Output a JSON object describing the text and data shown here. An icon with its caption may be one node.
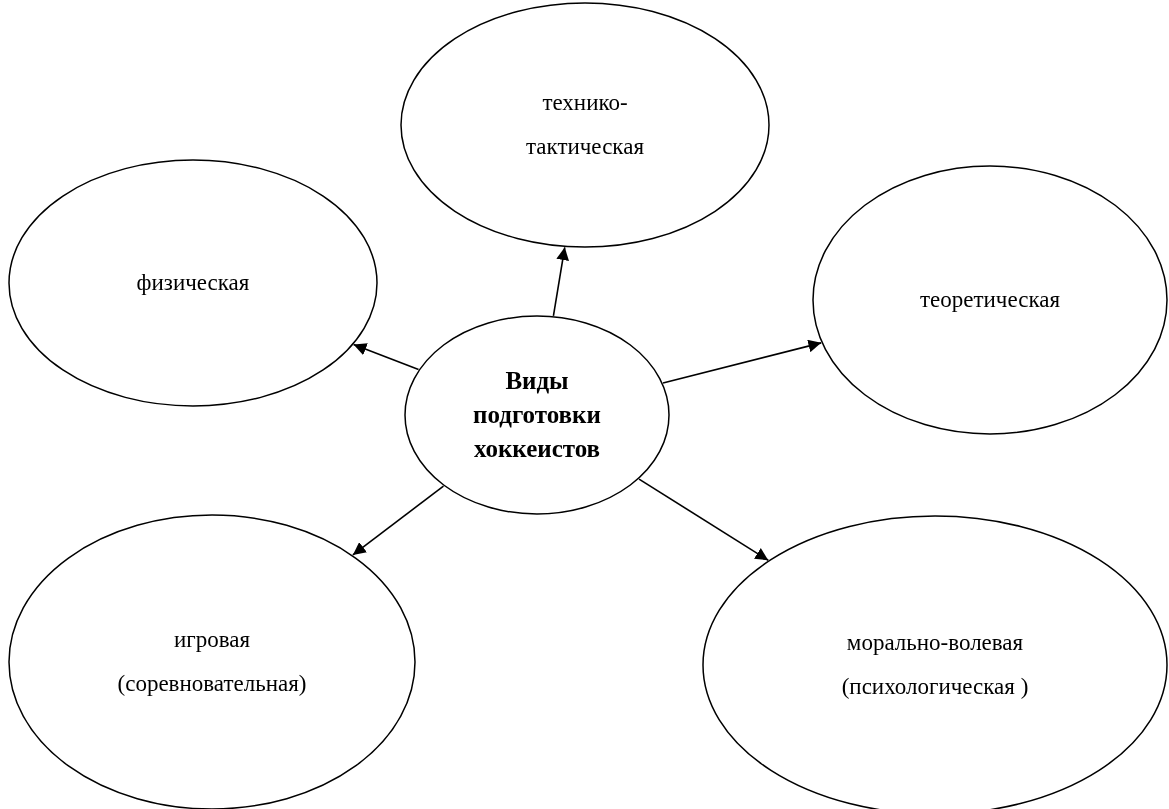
{
  "diagram": {
    "nodes": [
      {
        "text": [
          "Виды подготовки хоккеистов"
        ]
      },
      {
        "text": [
          "физическая"
        ]
      },
      {
        "text": [
          "технико- тактическая"
        ]
      },
      {
        "text": [
          "теоретическая"
        ]
      },
      {
        "text": [
          "игровая (соревновательная)"
        ]
      },
      {
        "text": [
          "морально-волевая (психологическая )"
        ]
      }
    ],
    "edges": [
      {
        "from": 0,
        "to": 1,
        "arrow": "to"
      },
      {
        "from": 0,
        "to": 2,
        "arrow": "to"
      },
      {
        "from": 0,
        "to": 3,
        "arrow": "to"
      },
      {
        "from": 0,
        "to": 4,
        "arrow": "to"
      },
      {
        "from": 0,
        "to": 5,
        "arrow": "to"
      }
    ]
  }
}
